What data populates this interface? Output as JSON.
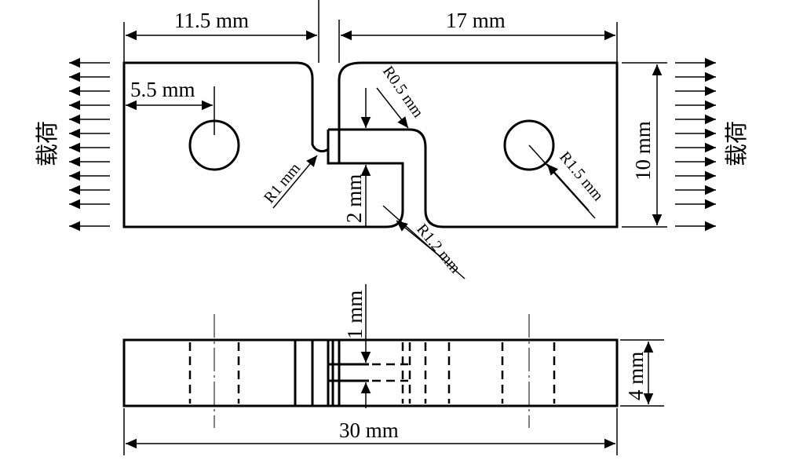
{
  "diagram": {
    "top_view": {
      "dim_left_width": "11.5 mm",
      "dim_right_width": "17 mm",
      "dim_hole_offset": "5.5 mm",
      "dim_height": "10 mm",
      "dim_neck": "2 mm",
      "radius_notch_top": "R0.5 mm",
      "radius_notch_left": "R1 mm",
      "radius_notch_bottom": "R1.2 mm",
      "radius_hole": "R1.5 mm",
      "load_left": "载荷",
      "load_right": "载荷"
    },
    "side_view": {
      "dim_layer": "1 mm",
      "dim_thickness": "4 mm",
      "dim_length": "30 mm"
    }
  }
}
